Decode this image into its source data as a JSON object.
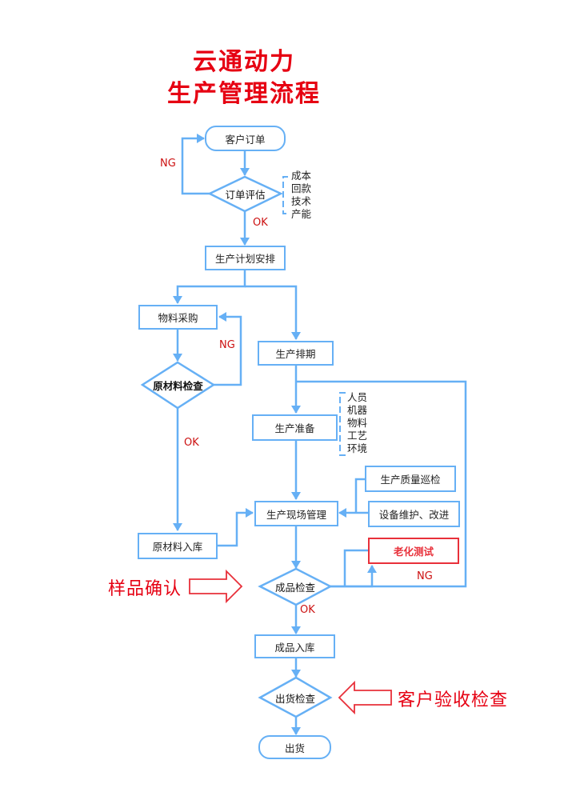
{
  "title": {
    "line1": "云通动力",
    "line2": "生产管理流程"
  },
  "colors": {
    "title": "#e60012",
    "connector": "#66b0f5",
    "node_border": "#66b0f5",
    "highlight_border": "#e8303a",
    "label_red": "#cc1111"
  },
  "nodes": {
    "customer_order": "客户订单",
    "order_review": "订单评估",
    "production_plan": "生产计划安排",
    "material_purchase": "物料采购",
    "raw_material_check": "原材料检查",
    "production_schedule": "生产排期",
    "production_prep": "生产准备",
    "quality_patrol": "生产质量巡检",
    "equipment_maintenance": "设备维护、改进",
    "site_management": "生产现场管理",
    "raw_material_storage": "原材料入库",
    "aging_test": "老化测试",
    "finished_check": "成品检查",
    "finished_storage": "成品入库",
    "shipment_check": "出货检查",
    "shipment": "出货"
  },
  "order_review_factors": [
    "成本",
    "回款",
    "技术",
    "产能"
  ],
  "prep_factors": [
    "人员",
    "机器",
    "物料",
    "工艺",
    "环境"
  ],
  "edge_labels": {
    "order_ng": "NG",
    "order_ok": "OK",
    "material_ng": "NG",
    "material_ok": "OK",
    "finished_ng": "NG",
    "finished_ok": "OK"
  },
  "callouts": {
    "sample_confirm": "样品确认",
    "customer_acceptance": "客户验收检查"
  }
}
